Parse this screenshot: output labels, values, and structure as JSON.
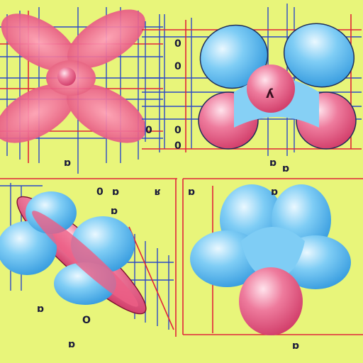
{
  "background": "#e8f57a",
  "colors": {
    "lobe_blue": "#6ec3f0",
    "lobe_blue_light": "#d8f1ff",
    "lobe_pink": "#e8628a",
    "lobe_pink_light": "#ffd3e2",
    "petal_pink": "#ec5f86",
    "grid_blue": "#2b49c8",
    "grid_red": "#e0243a"
  },
  "panels": [
    {
      "id": "top-left",
      "labels": [
        "ɒ"
      ]
    },
    {
      "id": "top-right",
      "labels": [
        "0",
        "0",
        "0",
        "0",
        "0",
        "ɒ",
        "ɒ",
        "ʎ"
      ]
    },
    {
      "id": "bottom-left",
      "labels": [
        "0",
        "ɒ",
        "ʁ",
        "ɒ",
        "ɒ",
        "O",
        "ɒ"
      ]
    },
    {
      "id": "bottom-right",
      "labels": [
        "ɒ",
        "ɒ",
        "ɒ"
      ]
    }
  ]
}
